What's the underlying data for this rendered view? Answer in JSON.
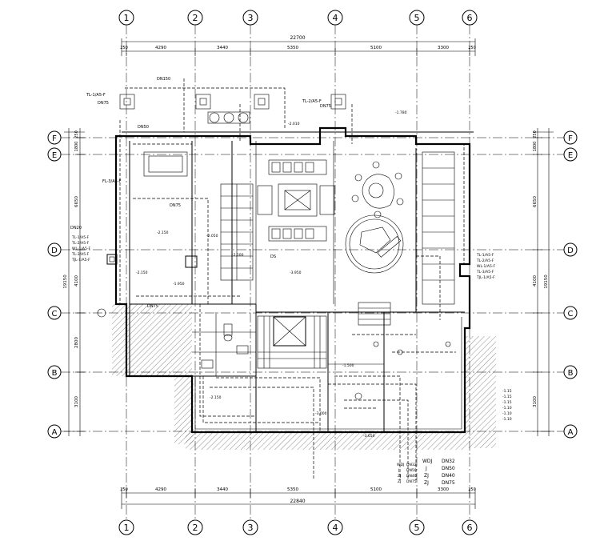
{
  "grid": {
    "columns": [
      "1",
      "2",
      "3",
      "4",
      "5",
      "6"
    ],
    "rows": [
      "F",
      "E",
      "D",
      "C",
      "B",
      "A"
    ]
  },
  "dimensions": {
    "top_total": "22700",
    "top_segments": [
      "250",
      "4290",
      "3440",
      "5350",
      "5100",
      "3300",
      "250"
    ],
    "bottom_total": "22840",
    "bottom_segments": [
      "250",
      "4290",
      "3440",
      "5350",
      "5100",
      "3300",
      "250"
    ],
    "left_total": "19150",
    "left_segments": [
      "250",
      "1800",
      "6650",
      "4100",
      "2800",
      "3100"
    ],
    "right_segments": [
      "250",
      "1800",
      "6650",
      "4100"
    ],
    "right_total": "19150",
    "right_lower": "3100"
  },
  "labels": {
    "l_dn150": "DN150",
    "l_dn75a": "DN75",
    "l_dn75b": "DN75",
    "l_dn75c": "DN75",
    "l_dn75d": "DN75",
    "l_dn50": "DN50",
    "l_dn20": "DN20",
    "l_tl1": "TL-1/A5-F",
    "l_tl2": "TL-2/A5-F",
    "l_tl3": "FL-3/A5-F",
    "l_ds": "DS",
    "l_elev1": "-1.780",
    "l_elev2": "-2.150",
    "l_elev3": "-2.050",
    "l_elev4": "-2.100",
    "l_elev5": "-3.950",
    "l_elev6": "-2.150",
    "l_elev7": "-1.500",
    "l_elev8": "-1.950",
    "l_elev9": "-2.010",
    "l_elev10": "-3.000",
    "l_elev11": "-2.150",
    "l_elev12": "-3.650"
  },
  "legend_right": [
    "TL-1/A5-F",
    "TL-2/A5-F",
    "WL-1/A5-F",
    "TL-3/A5-F",
    "TJL-1/A5-F"
  ],
  "legend_left": [
    "TL-1/A5-F",
    "TL-2/A5-F",
    "WL-1/A5-F",
    "TL-3/A5-F",
    "TJL-1/A5-F"
  ],
  "pipe_legend": [
    {
      "code": "WDJ",
      "size": "DN32"
    },
    {
      "code": "J",
      "size": "DN50"
    },
    {
      "code": "ZJ",
      "size": "DN40"
    },
    {
      "code": "ZJ",
      "size": "DN75"
    }
  ],
  "pipe_legend2": [
    {
      "code": "WDJ",
      "size": "DN32"
    },
    {
      "code": "J",
      "size": "DN50"
    },
    {
      "code": "ZJ",
      "size": "DN40"
    },
    {
      "code": "ZJ",
      "size": "DN75"
    }
  ],
  "right_notes": [
    "-1.15",
    "-1.15",
    "-1.15",
    "-1.10",
    "-1.10",
    "-1.10"
  ]
}
